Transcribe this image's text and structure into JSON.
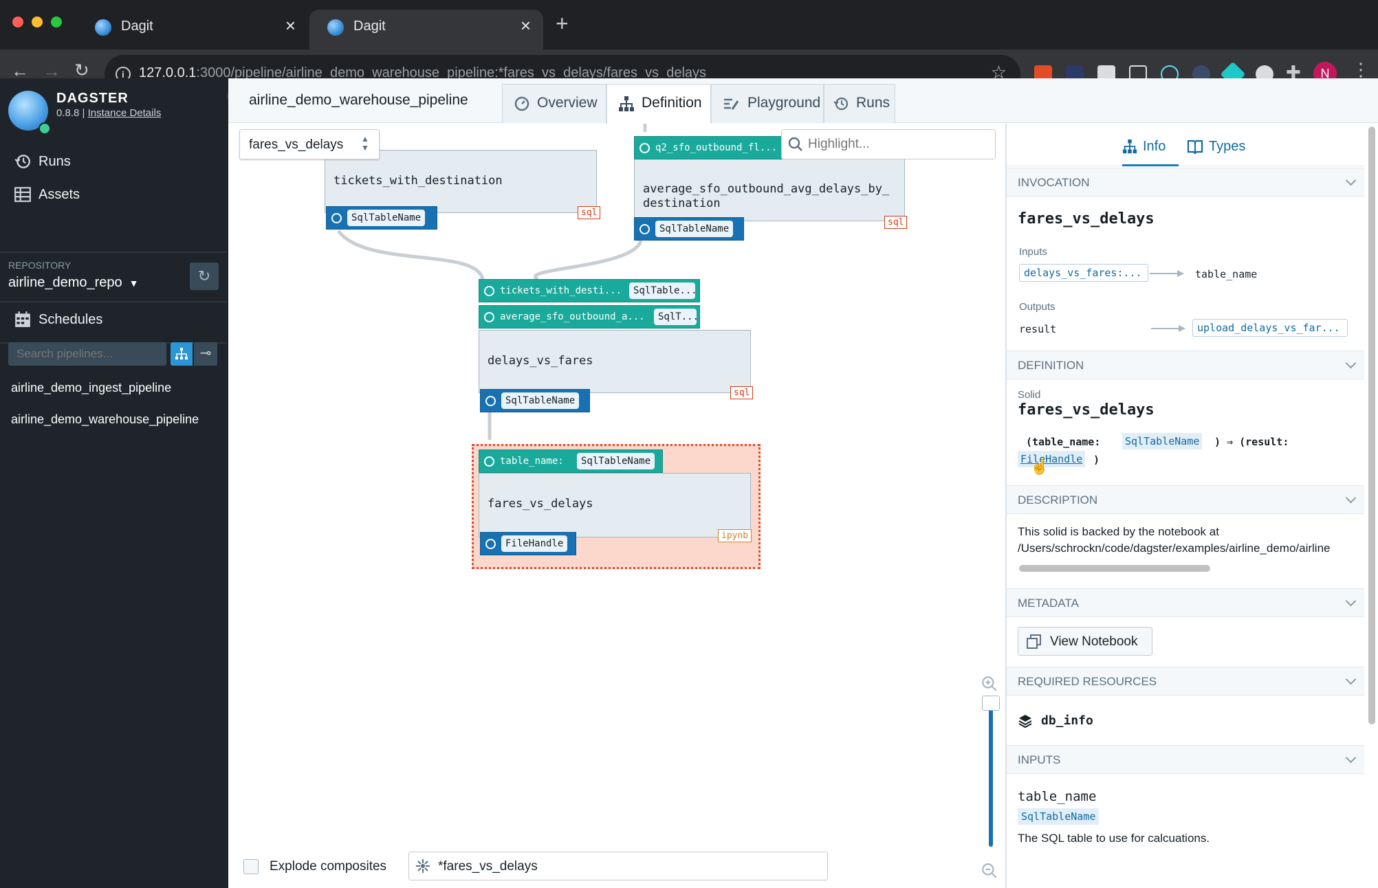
{
  "browser": {
    "tabs": [
      {
        "title": "Dagit"
      },
      {
        "title": "Dagit"
      }
    ],
    "url_host": "127.0.0.1",
    "url_rest": ":3000/pipeline/airline_demo_warehouse_pipeline:*fares_vs_delays/fares_vs_delays",
    "profile_initial": "N"
  },
  "sidebar": {
    "brand": "DAGSTER",
    "version": "0.8.8 | ",
    "instance_link": "Instance Details",
    "nav": [
      {
        "label": "Runs"
      },
      {
        "label": "Assets"
      }
    ],
    "repository_label": "REPOSITORY",
    "repository_name": "airline_demo_repo",
    "schedules_label": "Schedules",
    "search_placeholder": "Search pipelines...",
    "pipelines": [
      "airline_demo_ingest_pipeline",
      "airline_demo_warehouse_pipeline"
    ]
  },
  "header": {
    "pipeline_name": "airline_demo_warehouse_pipeline",
    "tabs": [
      {
        "label": "Overview"
      },
      {
        "label": "Definition"
      },
      {
        "label": "Playground"
      },
      {
        "label": "Runs"
      }
    ]
  },
  "graph": {
    "solid_selector": "fares_vs_delays",
    "highlight_placeholder": "Highlight...",
    "nodes": {
      "tickets": {
        "name": "tickets_with_destination",
        "output": "SqlTableName",
        "kind": "sql"
      },
      "avg": {
        "name_line1": "average_sfo_outbound_avg_delays_by_",
        "name_line2": "destination",
        "input": "q2_sfo_outbound_fl...",
        "output": "SqlTableName",
        "kind": "sql"
      },
      "dvf": {
        "name": "delays_vs_fares",
        "input1": "tickets_with_desti...",
        "input1_type": "SqlTable...",
        "input2": "average_sfo_outbound_a...",
        "input2_type": "SqlT...",
        "output": "SqlTableName",
        "kind": "sql"
      },
      "fvd": {
        "name": "fares_vs_delays",
        "input": "table_name:",
        "input_type": "SqlTableName",
        "output": "FileHandle",
        "kind": "ipynb"
      }
    },
    "explode_label": "Explode composites",
    "query_value": "*fares_vs_delays"
  },
  "panel": {
    "tabs": [
      {
        "label": "Info"
      },
      {
        "label": "Types"
      }
    ],
    "invocation": {
      "header": "INVOCATION",
      "name": "fares_vs_delays",
      "inputs_label": "Inputs",
      "input_source": "delays_vs_fares:...",
      "input_target": "table_name",
      "outputs_label": "Outputs",
      "output_name": "result",
      "output_target": "upload_delays_vs_far..."
    },
    "definition": {
      "header": "DEFINITION",
      "kind_label": "Solid",
      "name": "fares_vs_delays",
      "sig_prefix": "(table_name:",
      "sig_type": "SqlTableName",
      "sig_mid": ") ⇒ (result:",
      "sig_result_type": "FileHandle",
      "sig_suffix": ")"
    },
    "description": {
      "header": "DESCRIPTION",
      "line1": "This solid is backed by the notebook at",
      "line2": "/Users/schrockn/code/dagster/examples/airline_demo/airline"
    },
    "metadata": {
      "header": "METADATA",
      "button": "View Notebook"
    },
    "resources": {
      "header": "REQUIRED RESOURCES",
      "item": "db_info"
    },
    "inputs": {
      "header": "INPUTS",
      "name": "table_name",
      "type": "SqlTableName",
      "description": "The SQL table to use for calcuations."
    }
  }
}
